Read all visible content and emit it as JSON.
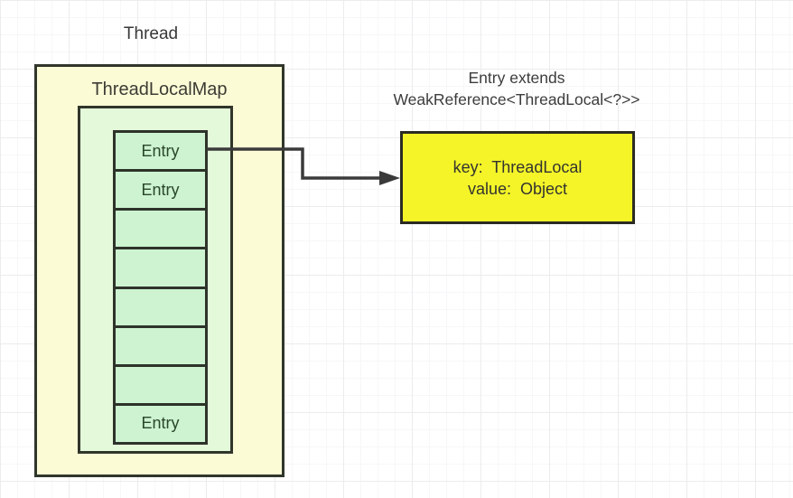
{
  "diagram": {
    "thread_label": "Thread",
    "map_title": "ThreadLocalMap",
    "entries": [
      {
        "label": "Entry"
      },
      {
        "label": "Entry"
      },
      {
        "label": ""
      },
      {
        "label": ""
      },
      {
        "label": ""
      },
      {
        "label": ""
      },
      {
        "label": ""
      },
      {
        "label": "Entry"
      }
    ],
    "entry_note": "Entry extends\nWeakReference<ThreadLocal<?>>",
    "entry_detail": {
      "key_line": "key:  ThreadLocal",
      "value_line": "value:  Object"
    },
    "colors": {
      "outer_box_fill": "#fbfbd6",
      "inner_box_fill": "#e4f8da",
      "entry_cell_fill": "#cdf3d1",
      "detail_box_fill": "#f4f428",
      "box_border": "#31362b",
      "arrow": "#3a3a3a",
      "text": "#3a3a3a",
      "entry_text": "#2a472a"
    }
  }
}
